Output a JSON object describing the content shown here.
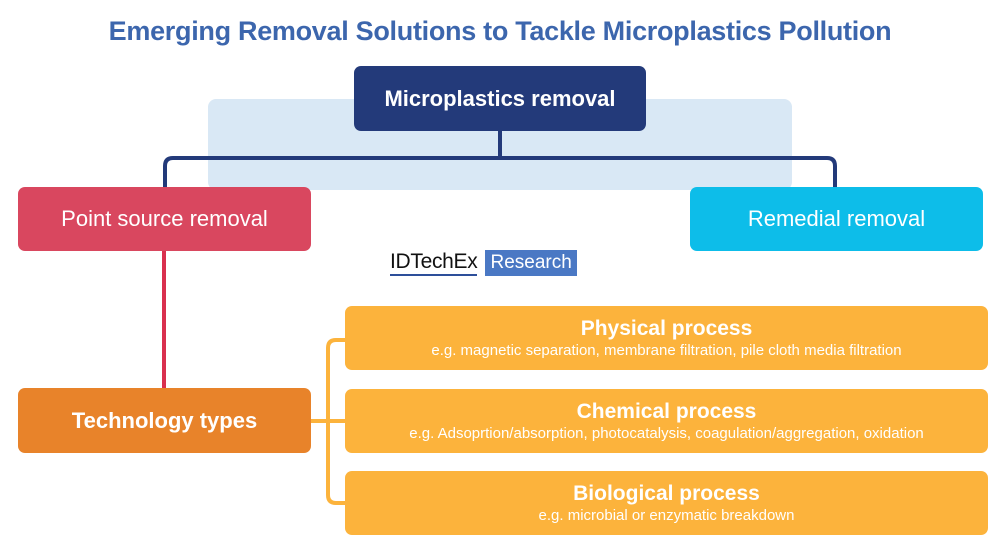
{
  "title": "Emerging Removal Solutions to Tackle Microplastics Pollution",
  "root": {
    "label": "Microplastics removal"
  },
  "branches": [
    {
      "label": "Point source removal"
    },
    {
      "label": "Remedial removal"
    }
  ],
  "technology": {
    "label": "Technology types"
  },
  "processes": [
    {
      "title": "Physical process",
      "examples": "e.g. magnetic separation, membrane filtration, pile cloth media filtration"
    },
    {
      "title": "Chemical process",
      "examples": "e.g. Adsoprtion/absorption, photocatalysis, coagulation/aggregation, oxidation"
    },
    {
      "title": "Biological process",
      "examples": "e.g. microbial or enzymatic breakdown"
    }
  ],
  "logo": {
    "name": "IDTechEx",
    "badge": "Research"
  },
  "colors": {
    "title": "#3c66ad",
    "root": "#233a7a",
    "point_source": "#d9475f",
    "remedial": "#0dbde9",
    "technology": "#e8832a",
    "process": "#fcb33c",
    "panel": "#d9e8f5"
  }
}
